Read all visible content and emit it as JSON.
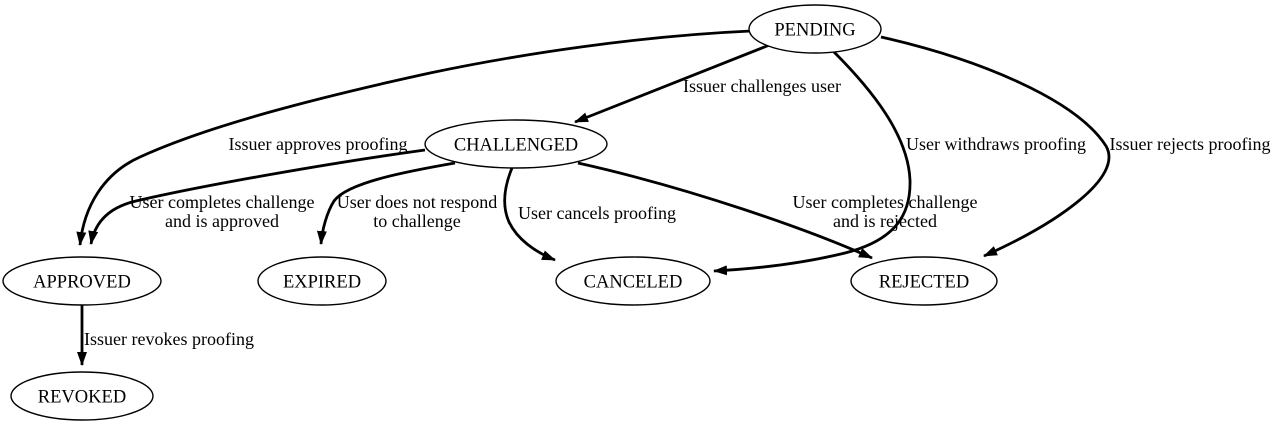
{
  "diagram": {
    "type": "state-transition-graph",
    "colors": {
      "background": "#ffffff",
      "line": "#000000",
      "text": "#000000"
    },
    "nodes": {
      "pending": {
        "label": "PENDING"
      },
      "challenged": {
        "label": "CHALLENGED"
      },
      "approved": {
        "label": "APPROVED"
      },
      "expired": {
        "label": "EXPIRED"
      },
      "canceled": {
        "label": "CANCELED"
      },
      "rejected": {
        "label": "REJECTED"
      },
      "revoked": {
        "label": "REVOKED"
      }
    },
    "edges": {
      "pending_challenged": {
        "from": "PENDING",
        "to": "CHALLENGED",
        "label": "Issuer challenges user"
      },
      "pending_approved": {
        "from": "PENDING",
        "to": "APPROVED",
        "label": "Issuer approves proofing"
      },
      "pending_canceled": {
        "from": "PENDING",
        "to": "CANCELED",
        "label": "User withdraws proofing"
      },
      "pending_rejected": {
        "from": "PENDING",
        "to": "REJECTED",
        "label": "Issuer rejects proofing"
      },
      "challenged_approved": {
        "from": "CHALLENGED",
        "to": "APPROVED",
        "label_line1": "User completes challenge",
        "label_line2": "and is approved"
      },
      "challenged_expired": {
        "from": "CHALLENGED",
        "to": "EXPIRED",
        "label_line1": "User does not respond",
        "label_line2": "to challenge"
      },
      "challenged_canceled": {
        "from": "CHALLENGED",
        "to": "CANCELED",
        "label": "User cancels proofing"
      },
      "challenged_rejected": {
        "from": "CHALLENGED",
        "to": "REJECTED",
        "label_line1": "User completes challenge",
        "label_line2": "and is rejected"
      },
      "approved_revoked": {
        "from": "APPROVED",
        "to": "REVOKED",
        "label": "Issuer revokes proofing"
      }
    }
  }
}
